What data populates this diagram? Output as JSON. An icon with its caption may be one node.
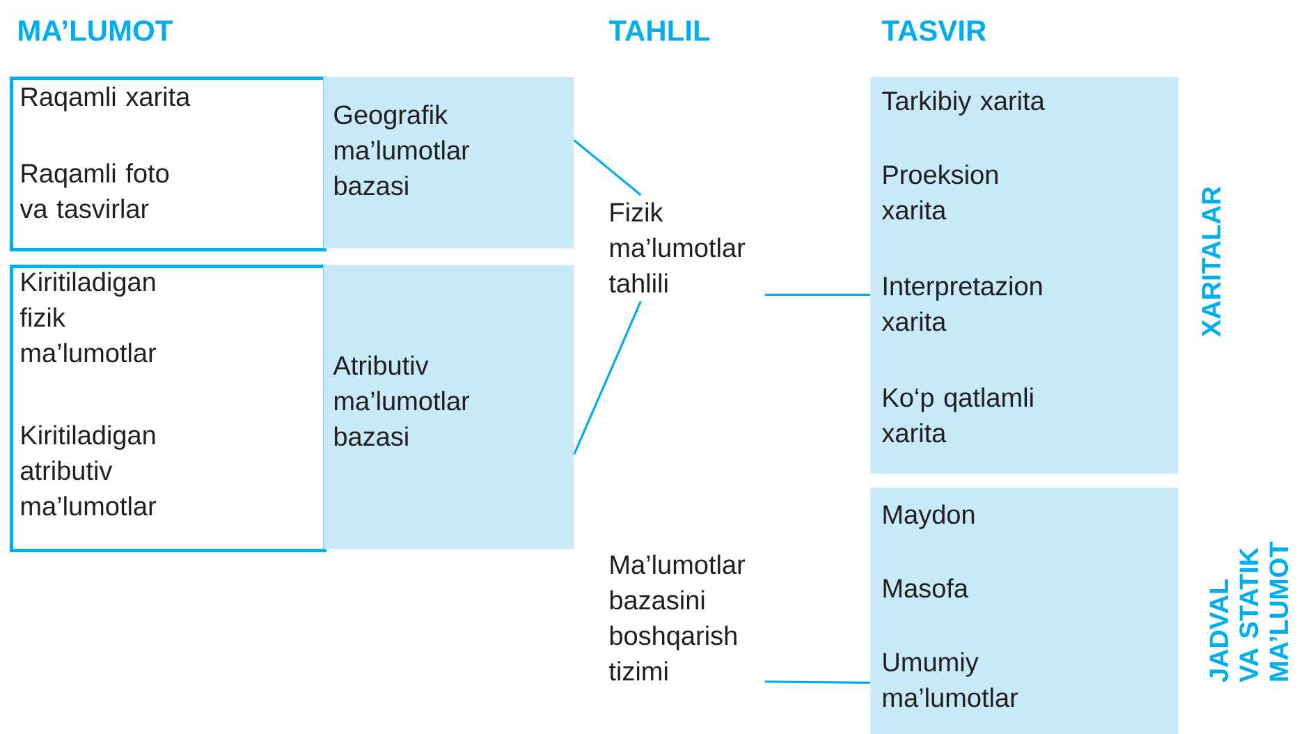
{
  "diagram": {
    "nodes": [
      {
        "text": [
          "Raqamli xarita",
          "Raqamli foto va tasvirlar"
        ]
      },
      {
        "text": [
          "Geografik ma’lumotlar bazasi"
        ]
      },
      {
        "text": [
          "Kiritiladigan fizik ma’lumotlar",
          "Kiritiladigan atributiv ma’lumotlar"
        ]
      },
      {
        "text": [
          "Atributiv ma’lumotlar bazasi"
        ]
      },
      {
        "text": [
          "Fizik ma’lumotlar tahlili"
        ]
      },
      {
        "text": [
          "Tarkibiy xarita",
          "Proeksion xarita",
          "Interpretazion xarita",
          "Ko‘p qatlamli xarita"
        ],
        "beside": [
          "XARITALAR"
        ]
      },
      {
        "text": [
          "Ma’lumotlar bazasini boshqarish tizimi"
        ]
      },
      {
        "text": [
          "Maydon",
          "Masofa",
          "Umumiy ma’lumotlar"
        ],
        "beside": [
          "JADVAL VA STATIK MA’LUMOT"
        ]
      }
    ],
    "edges": [
      {
        "from": 1,
        "to": 4,
        "arrow": "none"
      },
      {
        "from": 3,
        "to": 4,
        "arrow": "none"
      },
      {
        "from": 4,
        "to": 5,
        "arrow": "none"
      },
      {
        "from": 6,
        "to": 7,
        "arrow": "none"
      }
    ],
    "labels": [
      "MA’LUMOT",
      "TAHLIL",
      "TASVIR"
    ]
  }
}
